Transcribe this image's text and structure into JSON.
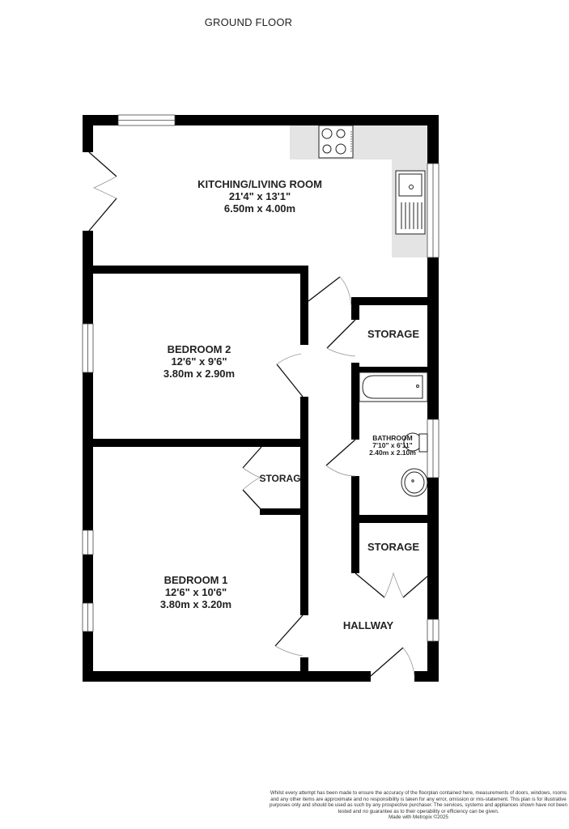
{
  "header": {
    "title": "GROUND FLOOR"
  },
  "rooms": {
    "kitchen": {
      "name": "KITCHING/LIVING ROOM",
      "imperial": "21'4\"  x 13'1\"",
      "metric": "6.50m  x 4.00m"
    },
    "bedroom2": {
      "name": "BEDROOM 2",
      "imperial": "12'6\"  x 9'6\"",
      "metric": "3.80m  x 2.90m"
    },
    "bedroom1": {
      "name": "BEDROOM 1",
      "imperial": "12'6\"  x 10'6\"",
      "metric": "3.80m  x 3.20m"
    },
    "bathroom": {
      "name": "BATHROOM",
      "imperial": "7'10\"  x 6'11\"",
      "metric": "2.40m  x 2.10m"
    },
    "storage_top": {
      "name": "STORAGE"
    },
    "storage_bedroom": {
      "name": "STORAG"
    },
    "storage_hall": {
      "name": "STORAGE"
    },
    "hallway": {
      "name": "HALLWAY"
    }
  },
  "fixtures": [
    "hob-icon",
    "sink-icon",
    "bath-icon",
    "toilet-icon",
    "basin-icon"
  ],
  "colors": {
    "wall": "#000000",
    "worktop": "#e4e4e4",
    "background": "#ffffff",
    "text": "#222222"
  },
  "footer": {
    "disclaimer": "Whilst every attempt has been made to ensure the accuracy of the floorplan contained here, measurements of doors, windows, rooms and any other items are approximate and no responsibility is taken for any error, omission or mis-statement. This plan is for illustrative purposes only and should be used as such by any prospective purchaser. The services, systems and appliances shown have not been tested and no guarantee as to their operability or efficiency can be given.",
    "credit": "Made with Metropix ©2025"
  }
}
